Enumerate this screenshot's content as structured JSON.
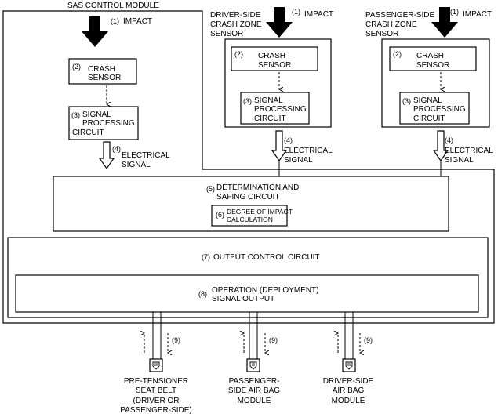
{
  "module": {
    "title": "SAS CONTROL MODULE"
  },
  "impact": {
    "num": "(1)",
    "label": "IMPACT"
  },
  "crash_sensor": {
    "num": "(2)",
    "line1": "CRASH",
    "line2": "SENSOR"
  },
  "signal_processing": {
    "num": "(3)",
    "line1": "SIGNAL",
    "line2": "PROCESSING",
    "line3": "CIRCUIT"
  },
  "electrical_signal": {
    "num": "(4)",
    "line1": "ELECTRICAL",
    "line2": "SIGNAL"
  },
  "driver_zone_sensor": {
    "line1": "DRIVER-SIDE",
    "line2": "CRASH ZONE",
    "line3": "SENSOR"
  },
  "passenger_zone_sensor": {
    "line1": "PASSENGER-SIDE",
    "line2": "CRASH ZONE",
    "line3": "SENSOR"
  },
  "determination": {
    "num": "(5)",
    "line1": "DETERMINATION AND",
    "line2": "SAFING CIRCUIT"
  },
  "degree_of_impact": {
    "num": "(6)",
    "line1": "DEGREE OF IMPACT",
    "line2": "CALCULATION"
  },
  "output_control": {
    "num": "(7)",
    "label": "OUTPUT CONTROL CIRCUIT"
  },
  "operation_output": {
    "num": "(8)",
    "line1": "OPERATION (DEPLOYMENT)",
    "line2": "SIGNAL OUTPUT"
  },
  "feedback": {
    "num": "(9)"
  },
  "pretensioner": {
    "line1": "PRE-TENSIONER",
    "line2": "SEAT BELT",
    "line3": "(DRIVER OR",
    "line4": "PASSENGER-SIDE)"
  },
  "passenger_airbag": {
    "line1": "PASSENGER-",
    "line2": "SIDE AIR BAG",
    "line3": "MODULE"
  },
  "driver_airbag": {
    "line1": "DRIVER-SIDE",
    "line2": "AIR BAG",
    "line3": "MODULE"
  }
}
